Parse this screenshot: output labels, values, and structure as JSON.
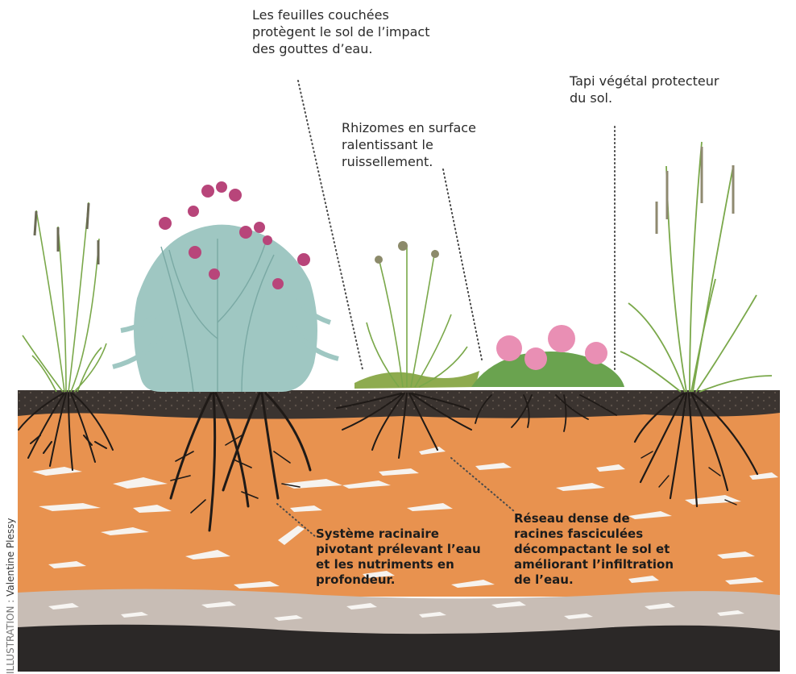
{
  "labels": {
    "leaves": [
      "Les feuilles couchées",
      "protègent le sol de l’impact",
      "des gouttes d’eau."
    ],
    "cover": [
      "Tapi végétal protecteur",
      "du sol."
    ],
    "rhizomes": [
      "Rhizomes en surface",
      "ralentissant le",
      "ruissellement."
    ],
    "taproot": [
      "Système racinaire",
      "pivotant prélevant l’eau",
      "et les nutriments en",
      "profondeur."
    ],
    "fibrous": [
      "Réseau dense de",
      "racines fasciculées",
      "décompactant le sol et",
      "améliorant l’infiltration",
      "de l’eau."
    ]
  },
  "credit": {
    "prefix": "ILLUSTRATION : ",
    "author": "Valentine Plessy"
  },
  "colors": {
    "topsoil": "#3b3430",
    "subsoil": "#e8924f",
    "gravel": "#c8bdb5",
    "bedrock": "#2b2827",
    "roots": "#1f1a17",
    "thistle_foliage": "#9fc7c2",
    "thistle_flower": "#b8457a",
    "clover_flower": "#e98fb4",
    "grass": "#7aa84a"
  }
}
